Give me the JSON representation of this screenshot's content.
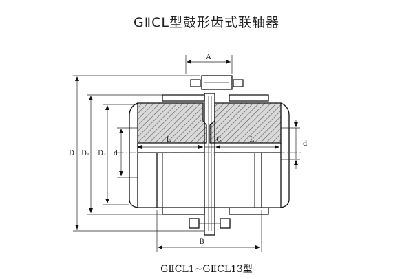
{
  "title": "GⅡCL型鼓形齿式联轴器",
  "subtitle": "GⅡCL1~GⅡCL13型",
  "dimensions": {
    "A": "A",
    "B": "B",
    "C": "C",
    "L_left": "L",
    "L_right": "L",
    "D": "D",
    "D1": "D₁",
    "D2": "D₂",
    "d_left": "d",
    "d_right": "d"
  }
}
